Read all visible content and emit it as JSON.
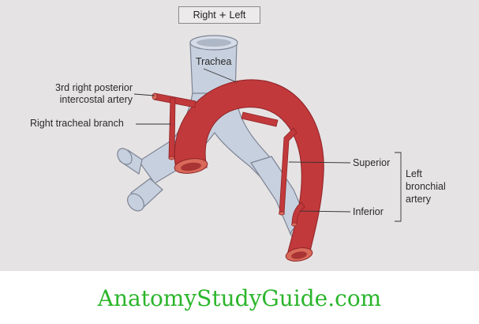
{
  "orientation": {
    "right": "Right",
    "left": "Left",
    "separator": "+"
  },
  "labels": {
    "trachea": "Trachea",
    "posterior_intercostal_line1": "3rd right posterior",
    "posterior_intercostal_line2": "intercostal artery",
    "right_tracheal_branch": "Right tracheal branch",
    "superior": "Superior",
    "inferior": "Inferior",
    "left_bronchial_line1": "Left",
    "left_bronchial_line2": "bronchial",
    "left_bronchial_line3": "artery"
  },
  "watermark": "AnatomyStudyGuide.com",
  "colors": {
    "artery": "#c2393b",
    "artery_dark": "#8e2427",
    "trachea": "#c7d0de",
    "background": "#e6e3e4",
    "watermark": "#2bb52b"
  }
}
